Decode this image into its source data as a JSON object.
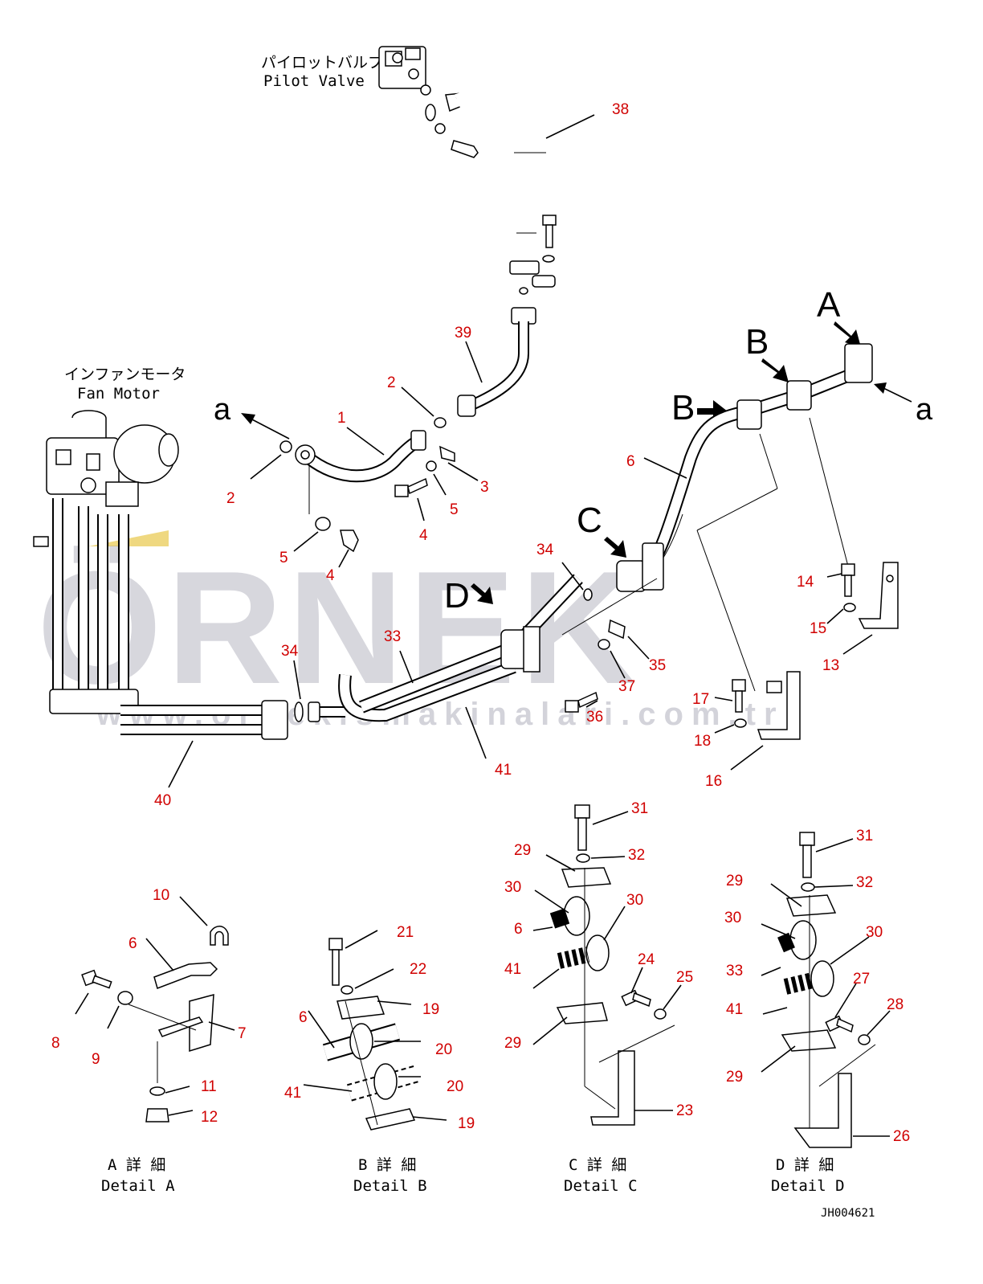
{
  "labels": {
    "pilot_valve_jp": "パイロットバルブ",
    "pilot_valve_en": "Pilot Valve",
    "fan_motor_jp": "インファンモータ",
    "fan_motor_en": "Fan Motor",
    "drawing_code": "JH004621"
  },
  "view_letters": {
    "A": "A",
    "B": "B",
    "C": "C",
    "D": "D",
    "a": "a"
  },
  "details": [
    {
      "jp": "A 詳 細",
      "en": "Detail A"
    },
    {
      "jp": "B 詳 細",
      "en": "Detail B"
    },
    {
      "jp": "C 詳 細",
      "en": "Detail C"
    },
    {
      "jp": "D 詳 細",
      "en": "Detail D"
    }
  ],
  "watermark": {
    "brand": "ÖRNEK",
    "url": "www.ornekismakinalari.com.tr",
    "accent_color": "#e8c84a"
  },
  "callouts": [
    "38",
    "39",
    "2",
    "1",
    "2",
    "3",
    "5",
    "4",
    "5",
    "4",
    "6",
    "34",
    "14",
    "15",
    "13",
    "33",
    "35",
    "37",
    "36",
    "17",
    "18",
    "16",
    "34",
    "41",
    "40",
    "31",
    "32",
    "29",
    "30",
    "30",
    "6",
    "24",
    "25",
    "41",
    "29",
    "23",
    "31",
    "32",
    "29",
    "30",
    "30",
    "33",
    "27",
    "28",
    "41",
    "29",
    "26",
    "10",
    "6",
    "8",
    "9",
    "7",
    "11",
    "12",
    "21",
    "22",
    "19",
    "6",
    "20",
    "20",
    "41",
    "19"
  ]
}
